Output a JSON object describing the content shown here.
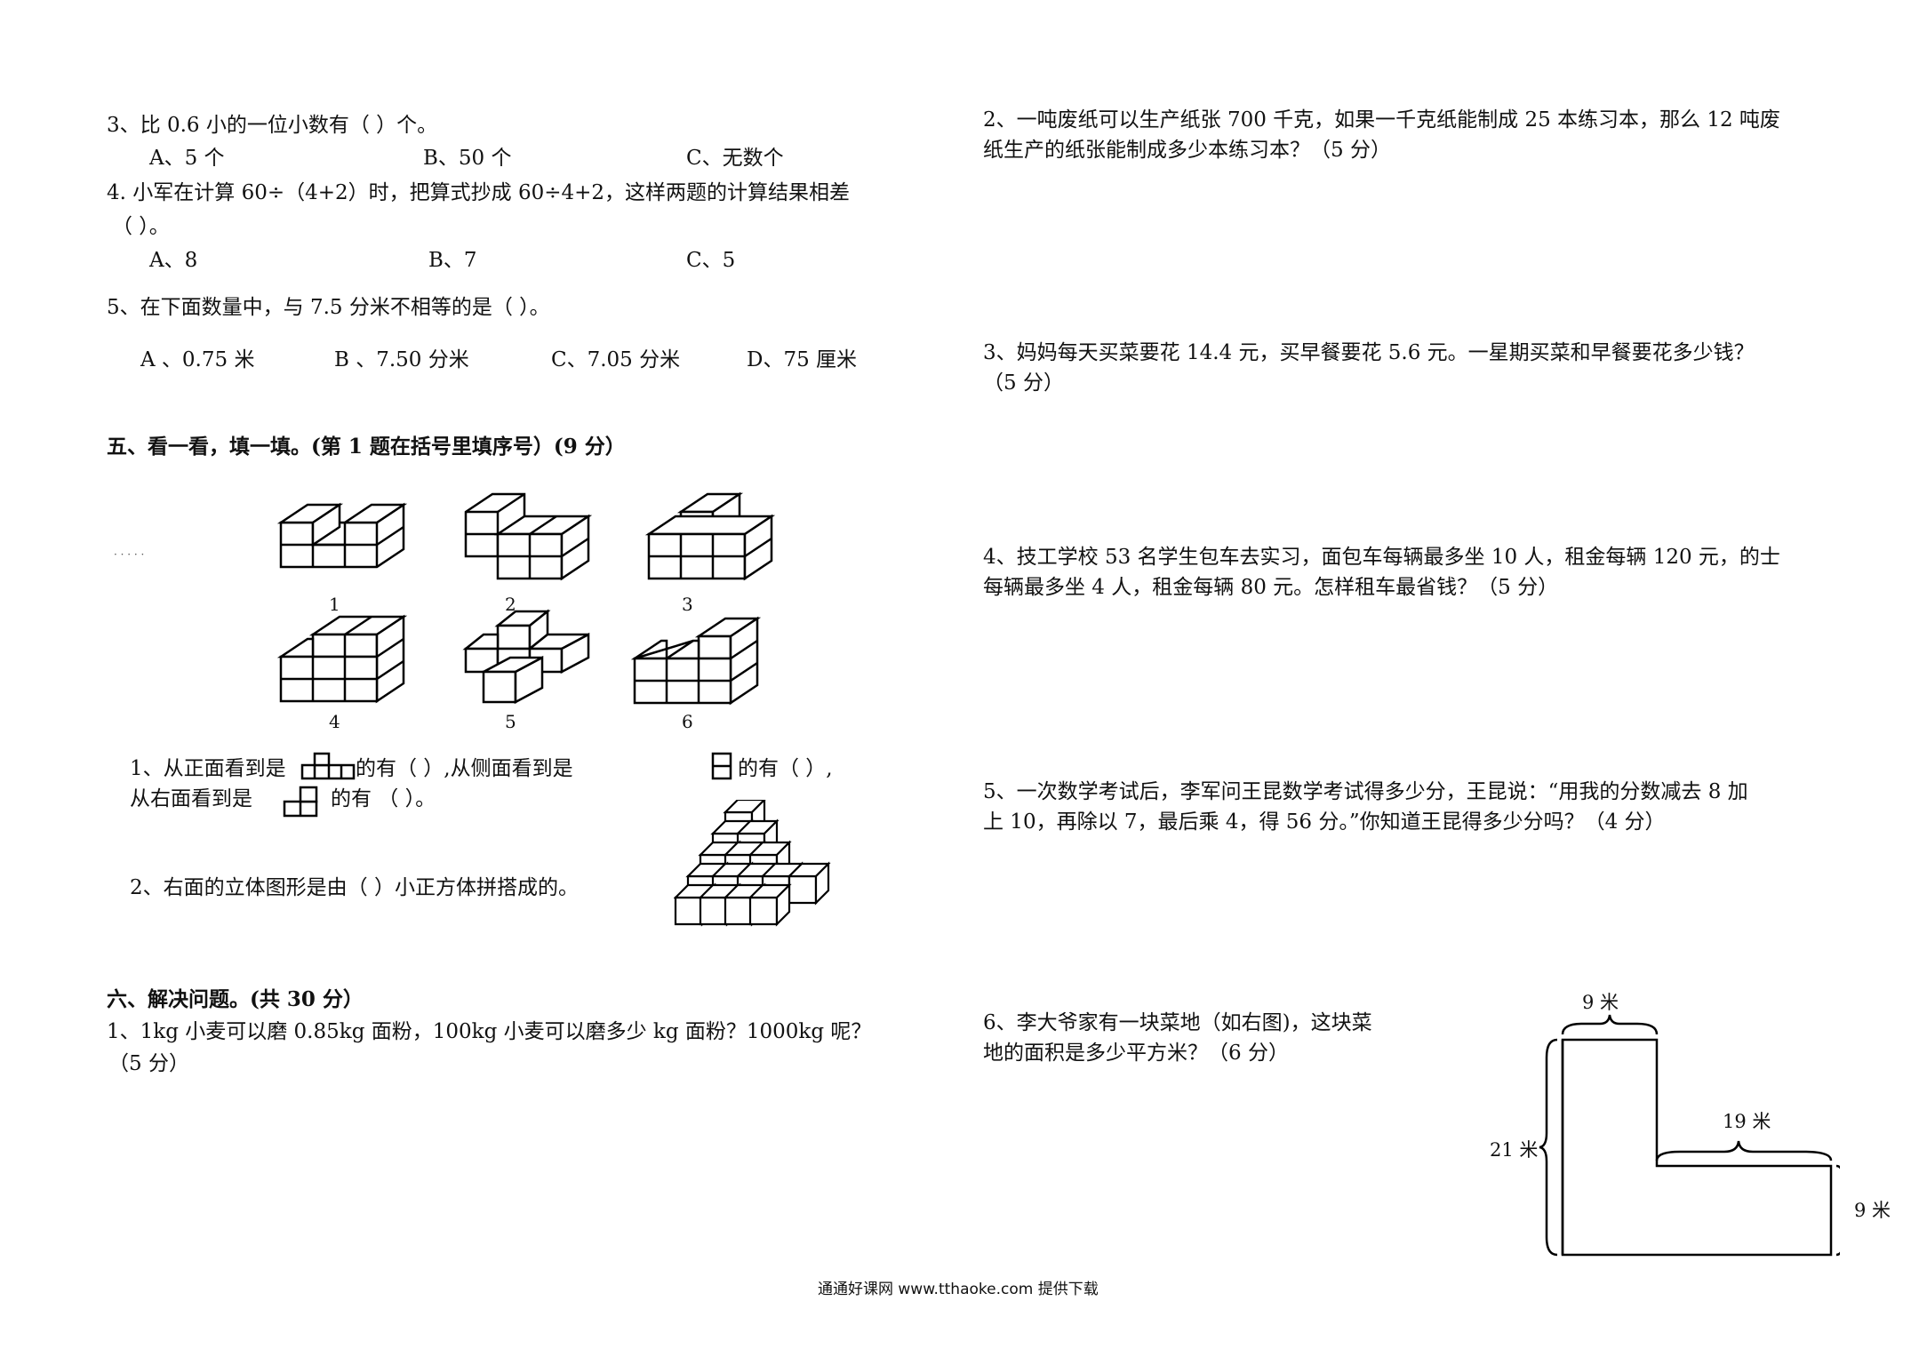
{
  "left": {
    "q3": {
      "stem": "3、比 0.6 小的一位小数有（          ）个。",
      "opts": [
        "A、5 个",
        "B、50 个",
        "C、无数个"
      ]
    },
    "q4": {
      "stem": "4. 小军在计算 60÷（4+2）时，把算式抄成 60÷4+2，这样两题的计算结果相差",
      "stem2": "（          ）。",
      "opts": [
        "A、8",
        "B、7",
        "C、5"
      ]
    },
    "q5": {
      "stem": "5、在下面数量中，与 7.5 分米不相等的是（        ）。",
      "opts": [
        "A 、0.75 米",
        "B 、7.50 分米",
        "C、7.05 分米",
        "D、75 厘米"
      ]
    },
    "sec5": {
      "title": "五、看一看，填一填。(第 1 题在括号里填序号）(9 分）",
      "dots": "· · · · ·",
      "fig_labels": [
        "1",
        "2",
        "3",
        "4",
        "5",
        "6"
      ],
      "q1_a": "1、从正面看到是",
      "q1_b": "的有（                ）,从侧面看到是",
      "q1_c": "的有（                  ）,",
      "q1_d": "从右面看到是",
      "q1_e": "的有      （              ）。",
      "q2": "2、右面的立体图形是由（          ）小正方体拼搭成的。"
    },
    "sec6": {
      "title": "六、解决问题。(共 30 分）",
      "q1": "1、1kg 小麦可以磨 0.85kg 面粉，100kg 小麦可以磨多少 kg 面粉？1000kg 呢？",
      "q1_score": "（5 分）"
    }
  },
  "right": {
    "q2_l1": "2、一吨废纸可以生产纸张 700 千克，如果一千克纸能制成 25 本练习本，那么 12 吨废",
    "q2_l2": "纸生产的纸张能制成多少本练习本？（5 分）",
    "q3_l1": "3、妈妈每天买菜要花 14.4 元，买早餐要花 5.6 元。一星期买菜和早餐要花多少钱？",
    "q3_l2": "（5 分）",
    "q4_l1": "4、技工学校 53 名学生包车去实习，面包车每辆最多坐 10 人，租金每辆 120 元，的士",
    "q4_l2": "每辆最多坐 4 人，租金每辆 80 元。怎样租车最省钱？（5 分）",
    "q5_l1": "5、一次数学考试后，李军问王昆数学考试得多少分，王昆说：“用我的分数减去 8 加",
    "q5_l2": "上 10，再除以 7，最后乘 4，得 56 分。”你知道王昆得多少分吗？（4 分）",
    "q6_l1": "6、李大爷家有一块菜地（如右图)，这块菜",
    "q6_l2": "地的面积是多少平方米？（6 分）",
    "dims": {
      "top": "9 米",
      "left": "21 米",
      "mid": "19 米",
      "right": "9 米"
    }
  },
  "footer": "通通好课网  www.tthaoke.com  提供下载"
}
